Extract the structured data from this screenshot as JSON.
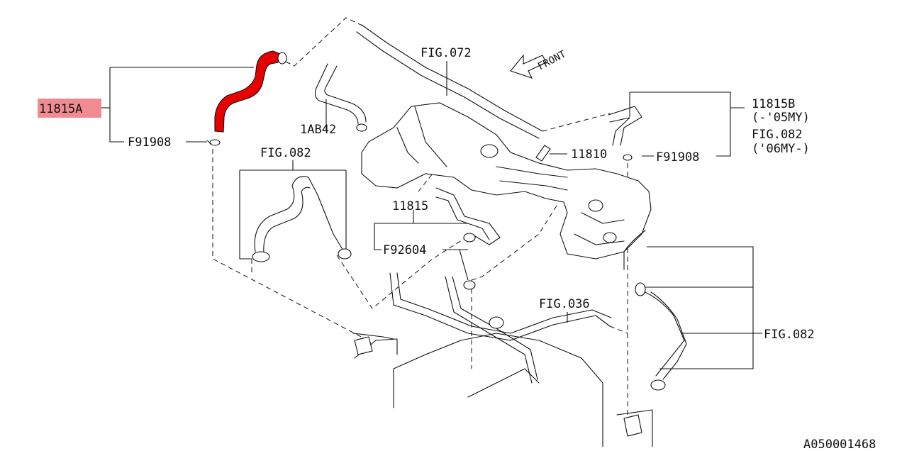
{
  "diagram": {
    "highlight_color": "#f08c91",
    "hose_color": "#e60000",
    "line_color": "#111111",
    "labels": {
      "p11815a": "11815A",
      "f91908_left": "F91908",
      "fig082_top": "FIG.082",
      "ab342": "1AB42",
      "fig072": "FIG.072",
      "front": "FRONT",
      "p11815b": "11815B",
      "p11815b_note": "(-'05MY)",
      "fig082_right": "FIG.082",
      "fig082_right_note": "('06MY-)",
      "f91908_right": "F91908",
      "p11810": "11810",
      "p11815": "11815",
      "f92604": "F92604",
      "fig036": "FIG.036",
      "fig082_bottom": "FIG.082",
      "code": "A050001468"
    }
  }
}
